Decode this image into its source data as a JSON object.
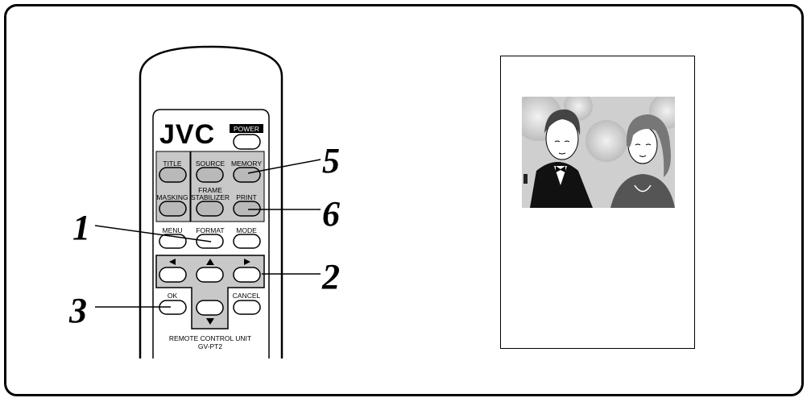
{
  "remote": {
    "brand": "JVC",
    "model_caption_1": "REMOTE CONTROL UNIT",
    "model_caption_2": "GV-PT2",
    "buttons": {
      "power": "POWER",
      "title": "TITLE",
      "source": "SOURCE",
      "memory": "MEMORY",
      "masking": "MASKING",
      "frame_stabilizer_1": "FRAME",
      "frame_stabilizer_2": "STABILIZER",
      "print": "PRINT",
      "menu": "MENU",
      "format": "FORMAT",
      "mode": "MODE",
      "ok": "OK",
      "cancel": "CANCEL"
    },
    "arrow_icons": [
      "left-arrow-icon",
      "up-arrow-icon",
      "right-arrow-icon",
      "down-arrow-icon"
    ]
  },
  "callouts": {
    "n1": "1",
    "n2": "2",
    "n3": "3",
    "n5": "5",
    "n6": "6"
  },
  "printout": {
    "image_description_icon": "couple-illustration-icon"
  },
  "colors": {
    "panel_gray": "#c8c8c8",
    "button_gray": "#b9b9b9",
    "line": "#000000"
  }
}
